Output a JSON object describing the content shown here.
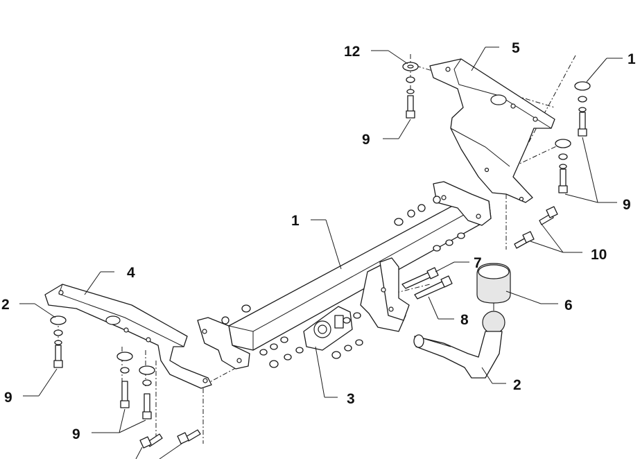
{
  "callouts": {
    "c12": "12",
    "c5": "5",
    "c1_top_right": "1",
    "c9_upper_left": "9",
    "c9_right": "9",
    "c1_main": "1",
    "c10": "10",
    "c4": "4",
    "c7": "7",
    "c2_left": "2",
    "c6": "6",
    "c8": "8",
    "c3": "3",
    "c2_bottom": "2",
    "c9_left": "9",
    "c9_bottom": "9"
  },
  "colors": {
    "line": "#1a1a1a",
    "background": "#ffffff"
  }
}
